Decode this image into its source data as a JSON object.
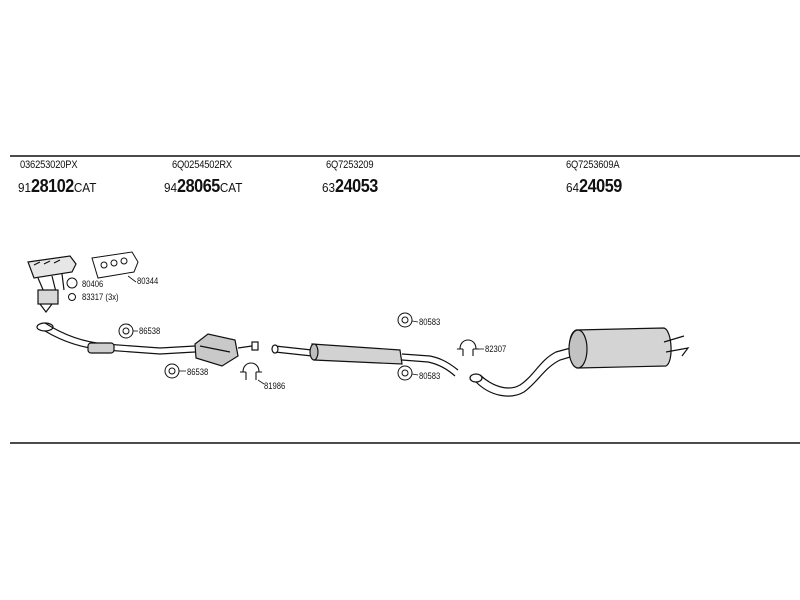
{
  "sections": [
    {
      "part_number": "036253020PX",
      "order_prefix": "91",
      "order_main": "28102",
      "order_suffix": "CAT"
    },
    {
      "part_number": "6Q0254502RX",
      "order_prefix": "94",
      "order_main": "28065",
      "order_suffix": "CAT"
    },
    {
      "part_number": "6Q7253209",
      "order_prefix": "63",
      "order_main": "24053",
      "order_suffix": ""
    },
    {
      "part_number": "6Q7253609A",
      "order_prefix": "64",
      "order_main": "24059",
      "order_suffix": ""
    }
  ],
  "refs": {
    "r80344": "80344",
    "r80406": "80406",
    "r83317": "83317 (3x)",
    "r86538a": "86538",
    "r86538b": "86538",
    "r81986": "81986",
    "r80583a": "80583",
    "r80583b": "80583",
    "r82307": "82307"
  },
  "colors": {
    "line": "#111111",
    "background": "#ffffff"
  }
}
